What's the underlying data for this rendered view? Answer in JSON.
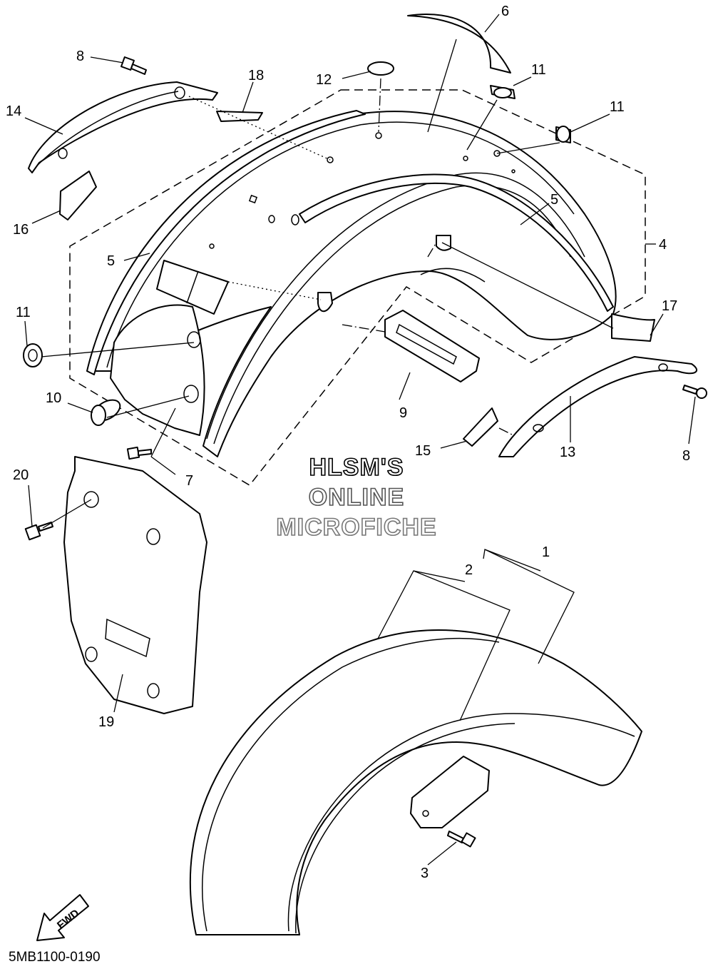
{
  "diagram_code": "5MB1100-0190",
  "watermark": {
    "line1": "HLSM'S",
    "line2": "ONLINE",
    "line3": "MICROFICHE",
    "line1_color": "#000000",
    "line2_color": "#555555",
    "line3_color": "#777777"
  },
  "fwd_label": "FWD",
  "callouts": {
    "c1": "1",
    "c2": "2",
    "c3": "3",
    "c4": "4",
    "c5a": "5",
    "c5b": "5",
    "c6": "6",
    "c7": "7",
    "c8a": "8",
    "c8b": "8",
    "c9": "9",
    "c10": "10",
    "c11a": "11",
    "c11b": "11",
    "c11c": "11",
    "c12": "12",
    "c13": "13",
    "c14": "14",
    "c15": "15",
    "c16": "16",
    "c17": "17",
    "c18": "18",
    "c19": "19",
    "c20": "20"
  }
}
